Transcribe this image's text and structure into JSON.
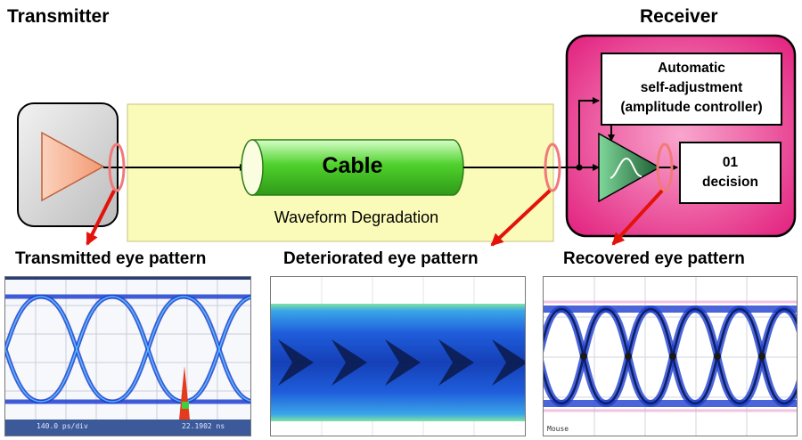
{
  "headings": {
    "transmitter": "Transmitter",
    "receiver": "Receiver"
  },
  "blocks": {
    "cable": "Cable",
    "degradation": "Waveform Degradation",
    "controller": [
      "Automatic",
      "self-adjustment",
      "(amplitude controller)"
    ],
    "decision": [
      "01",
      "decision"
    ]
  },
  "captions": {
    "transmitted": "Transmitted eye pattern",
    "deteriorated": "Deteriorated eye pattern",
    "recovered": "Recovered eye pattern"
  },
  "scope": {
    "transmitted_left_readout": "140.0 ps/div",
    "transmitted_right_readout": "22.1902 ns",
    "recovered_readout": "Mouse"
  },
  "colors": {
    "transmitter_box": "#d9d9d9",
    "receiver_box": "#e8338b",
    "degradation_zone": "#fbfbb9",
    "cable_green": "#4fd12c",
    "amplifier_tx": "#f6b79a",
    "amplifier_rx": "#2f7d4a",
    "arrow_red": "#e3120b",
    "eye_blue": "#1e3fcf"
  }
}
